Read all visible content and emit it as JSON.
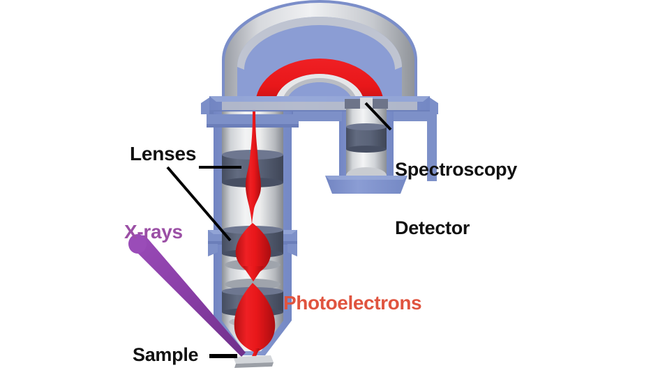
{
  "figure": {
    "title": "XPS instrument schematic",
    "background_color": "#ffffff"
  },
  "labels": {
    "lenses": "Lenses",
    "spectroscopy_line1": "Spectroscopy",
    "spectroscopy_line2": "Detector",
    "xrays": "X-rays",
    "photoelectrons": "Photoelectrons",
    "sample": "Sample"
  },
  "colors": {
    "body_blue": "#8b9dd4",
    "body_blue_dark": "#6f81bb",
    "metal_light": "#e9eaec",
    "metal_mid": "#b9bcc2",
    "metal_dark": "#8e9298",
    "lens_ring": "#5b6479",
    "beam_red": "#e8171a",
    "beam_red_dark": "#c01114",
    "xray_purple": "#8b3fa8",
    "xray_purple_dark": "#7a3394",
    "label_black": "#111111",
    "label_purple": "#9b4fa5",
    "label_red": "#e0543f",
    "leader_line": "#000000"
  },
  "components": {
    "analyzer": "hemispherical-analyzer",
    "lens_column": "electrostatic-lens-column",
    "detector": "spectroscopy-detector-tube",
    "xray_source": "x-ray-cone",
    "sample_stage": "sample-plate",
    "electron_path": "photoelectron-trajectory"
  }
}
